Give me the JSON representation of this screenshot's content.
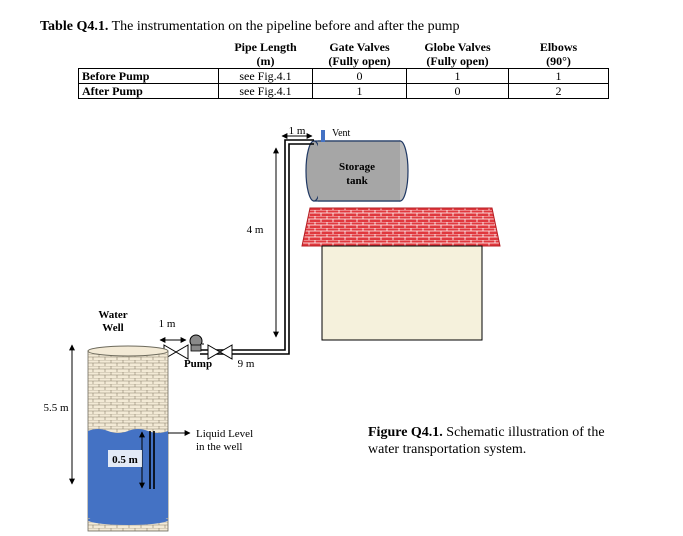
{
  "table": {
    "caption_bold": "Table Q4.1.",
    "caption_text": " The instrumentation on the pipeline before and after the pump",
    "headers": [
      {
        "line1": "Pipe Length",
        "line2": "(m)"
      },
      {
        "line1": "Gate Valves",
        "line2": "(Fully open)"
      },
      {
        "line1": "Globe Valves",
        "line2": "(Fully open)"
      },
      {
        "line1": "Elbows",
        "line2": "(90°)"
      }
    ],
    "rows": [
      {
        "label": "Before Pump",
        "cells": [
          "see Fig.4.1",
          "0",
          "1",
          "1"
        ]
      },
      {
        "label": "After Pump",
        "cells": [
          "see Fig.4.1",
          "1",
          "0",
          "2"
        ]
      }
    ]
  },
  "diagram": {
    "vent": "Vent",
    "tank_line1": "Storage",
    "tank_line2": "tank",
    "dim_top": "1 m",
    "dim_vertical": "4 m",
    "water_well_line1": "Water",
    "water_well_line2": "Well",
    "dim_well_pipe": "1 m",
    "pump": "Pump",
    "dim_horizontal": "9 m",
    "dim_height": "5.5 m",
    "dim_water": "0.5 m",
    "liquid_line1": "Liquid Level",
    "liquid_line2": "in the well",
    "colors": {
      "water": "#4472c4",
      "brick_fill": "#f3ead6",
      "brick_line": "#8a7f6a",
      "roof": "#e0383e",
      "house": "#f5f1dc",
      "tank": "#a6a6a6",
      "pump": "#8a8a8a"
    }
  },
  "figure_caption": {
    "bold": "Figure Q4.1.",
    "text": " Schematic illustration of the water transportation system."
  }
}
